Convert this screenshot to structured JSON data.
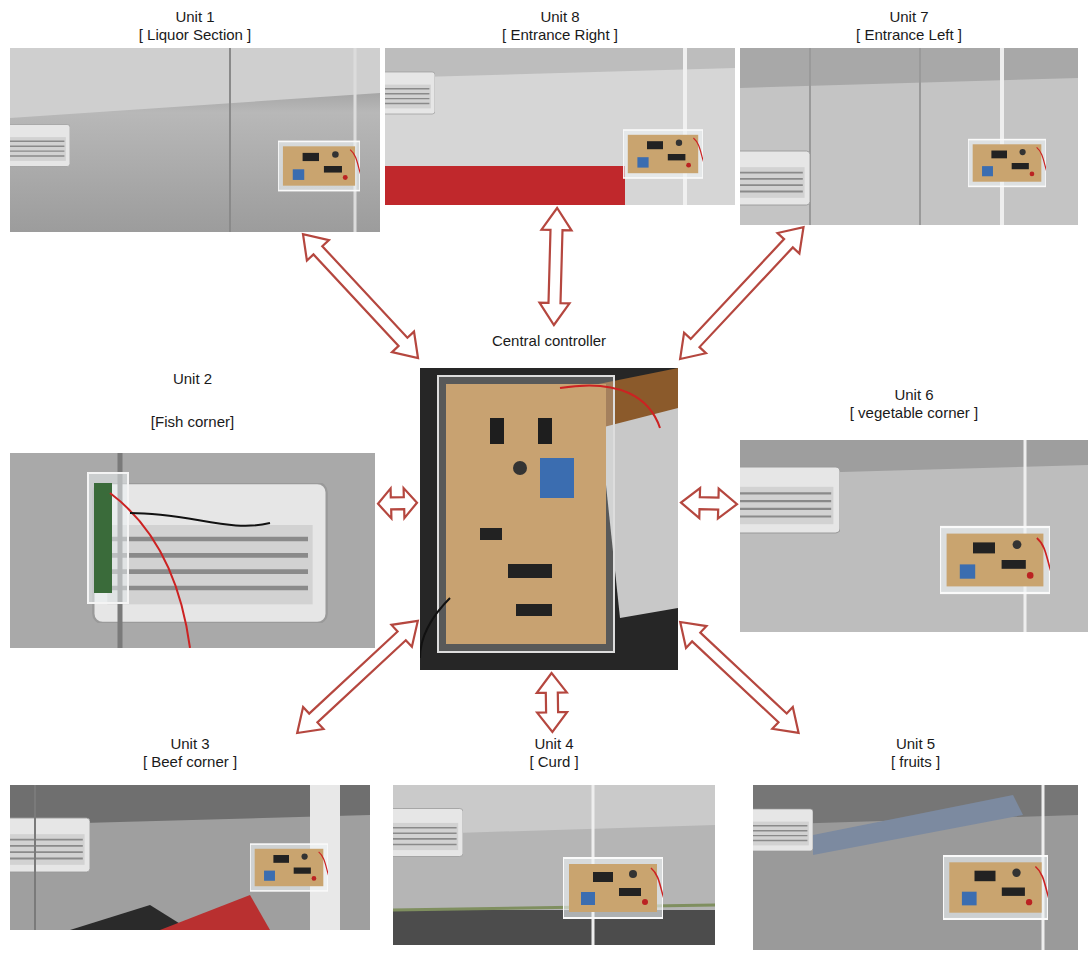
{
  "diagram": {
    "nodes": [
      {
        "text": [
          "Unit 1",
          "[ Liquor Section ]"
        ]
      },
      {
        "text": [
          "Unit 8",
          "[ Entrance Right ]"
        ]
      },
      {
        "text": [
          "Unit 7",
          "[ Entrance Left ]"
        ]
      },
      {
        "text": [
          "Central controller"
        ]
      },
      {
        "text": [
          "Unit 2",
          "[Fish corner]"
        ]
      },
      {
        "text": [
          "Unit 6",
          "[ vegetable corner ]"
        ]
      },
      {
        "text": [
          "Unit 3",
          "[ Beef corner ]"
        ]
      },
      {
        "text": [
          "Unit 4",
          "[ Curd ]"
        ]
      },
      {
        "text": [
          "Unit 5",
          "[ fruits ]"
        ]
      }
    ],
    "edges": [
      {
        "from": 3,
        "to": 0,
        "arrow": "both"
      },
      {
        "from": 3,
        "to": 1,
        "arrow": "both"
      },
      {
        "from": 3,
        "to": 2,
        "arrow": "both"
      },
      {
        "from": 3,
        "to": 4,
        "arrow": "both"
      },
      {
        "from": 3,
        "to": 5,
        "arrow": "both"
      },
      {
        "from": 3,
        "to": 6,
        "arrow": "both"
      },
      {
        "from": 3,
        "to": 7,
        "arrow": "both"
      },
      {
        "from": 3,
        "to": 8,
        "arrow": "both"
      }
    ]
  }
}
